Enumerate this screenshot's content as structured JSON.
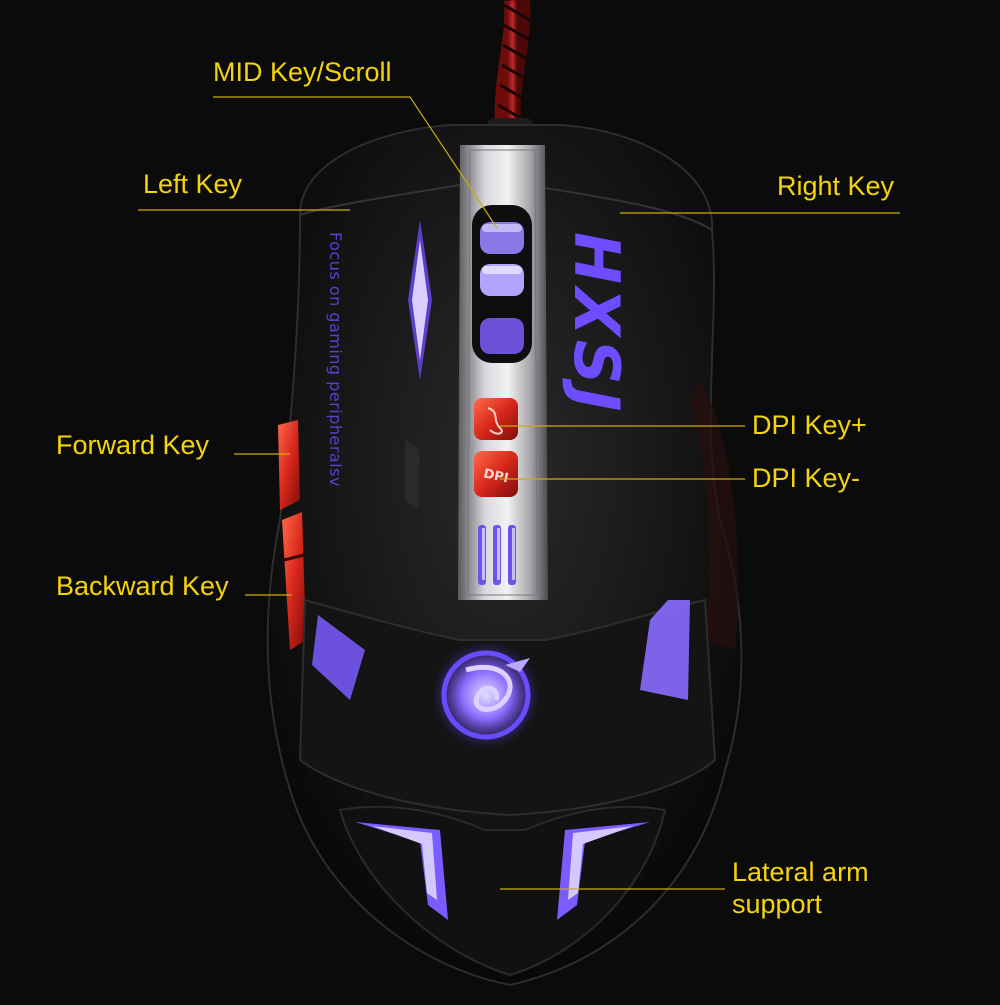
{
  "labels": {
    "mid_key": "MID Key/Scroll",
    "left_key": "Left Key",
    "right_key": "Right Key",
    "dpi_plus": "DPI Key+",
    "dpi_minus": "DPI Key-",
    "forward_key": "Forward Key",
    "backward_key": "Backward Key",
    "arm_line1": "Lateral arm",
    "arm_line2": "support"
  },
  "mouse": {
    "brand": "HXSJ",
    "slogan": "Focus on gaming peripheralsv",
    "dpi_button_text": "DPI"
  },
  "colors": {
    "background": "#0b0b0b",
    "label": "#f4d40a",
    "led": "#7a55ff",
    "side_buttons": "#d8271c"
  }
}
